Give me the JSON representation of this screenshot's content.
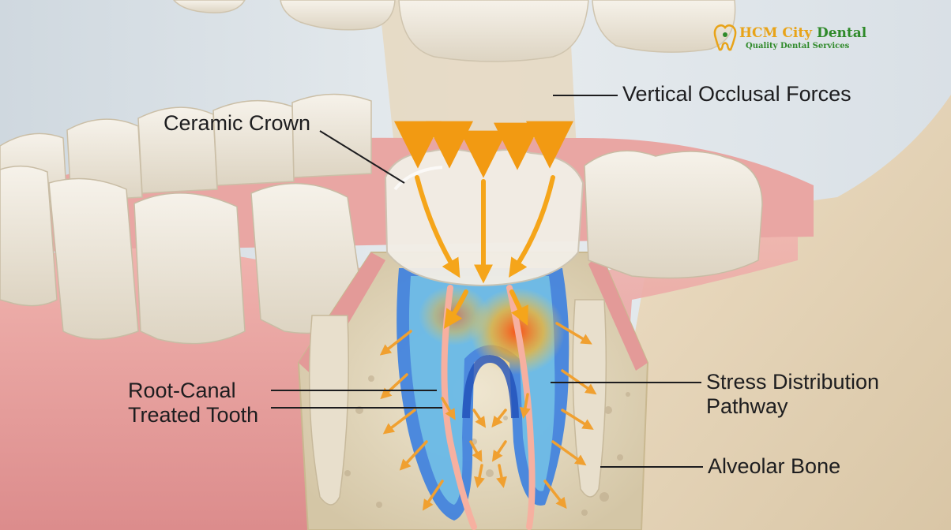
{
  "labels": {
    "vertical_forces": "Vertical Occlusal Forces",
    "ceramic_crown": "Ceramic Crown",
    "root_canal_line1": "Root-Canal",
    "root_canal_line2": "Treated Tooth",
    "stress_line1": "Stress Distribution",
    "stress_line2": "Pathway",
    "alveolar_bone": "Alveolar Bone"
  },
  "logo": {
    "name_part1": "HCM City ",
    "name_part2": "Dental",
    "tagline": "Quality Dental Services",
    "icon": "tooth-icon"
  },
  "colors": {
    "force_arrow": "#f5a51a",
    "gum": "#e9a0a0",
    "tooth": "#ece6d8",
    "bone": "#e7dcc2",
    "stress_high": "#ff5a1e",
    "stress_low": "#2a6fe0",
    "logo_orange": "#e8a318",
    "logo_green": "#2f8a2a"
  }
}
